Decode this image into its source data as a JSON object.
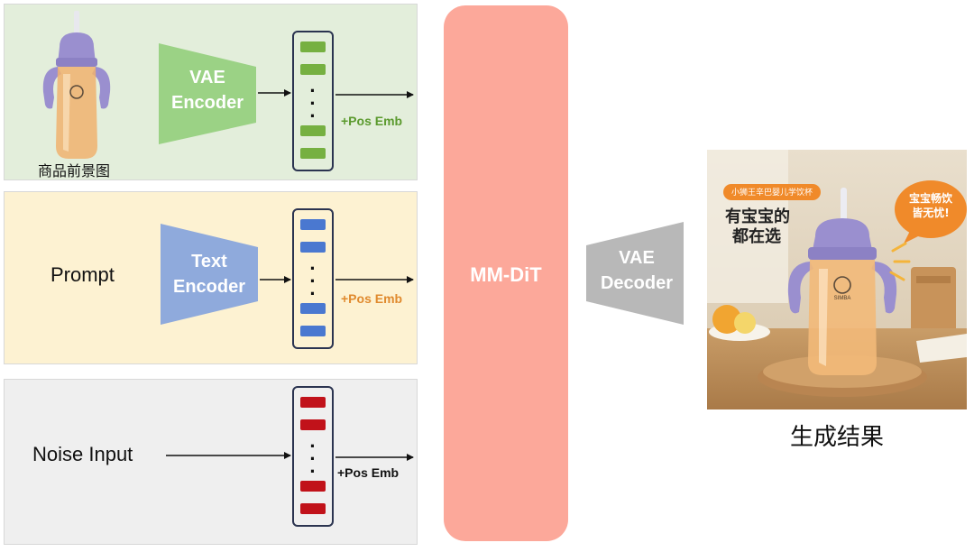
{
  "product_panel": {
    "caption": "商品前景图",
    "encoder_line1": "VAE",
    "encoder_line2": "Encoder",
    "pos_emb": "+Pos Emb",
    "pos_emb_color": "#5b9a2e",
    "token_color": "#76b041"
  },
  "prompt_panel": {
    "label": "Prompt",
    "encoder_line1": "Text",
    "encoder_line2": "Encoder",
    "pos_emb": "+Pos Emb",
    "pos_emb_color": "#e08a2e",
    "token_color": "#4a78d0"
  },
  "noise_panel": {
    "label": "Noise Input",
    "pos_emb": "+Pos Emb",
    "pos_emb_color": "#111111",
    "token_color": "#c1121a"
  },
  "backbone": {
    "label": "MM-DiT",
    "color": "#fca89a"
  },
  "decoder": {
    "line1": "VAE",
    "line2": "Decoder",
    "color": "#b8b8b8"
  },
  "result": {
    "caption": "生成结果",
    "ad_ribbon": "小狮王辛巴婴儿学饮杯",
    "ad_headline_line1": "有宝宝的",
    "ad_headline_line2": "都在选",
    "ad_bubble_line1": "宝宝畅饮",
    "ad_bubble_line2": "皆无忧!",
    "brand_text": "SIMBA"
  },
  "colors": {
    "green_panel": "#e3eedb",
    "yellow_panel": "#fdf2d2",
    "gray_panel": "#efefef",
    "vae_encoder": "#9bd285",
    "text_encoder": "#8faadc",
    "bottle_cap": "#9a8fcf"
  }
}
